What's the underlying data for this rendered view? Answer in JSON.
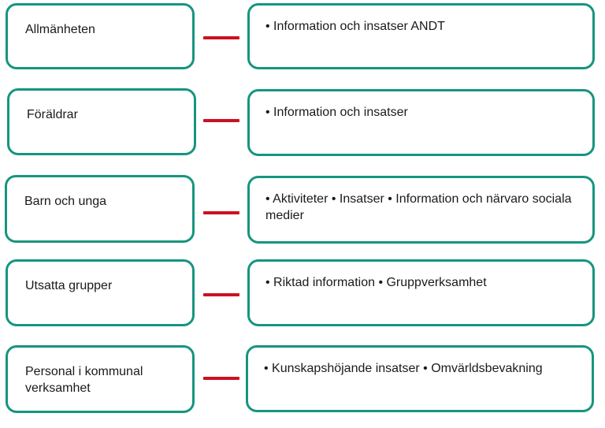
{
  "colors": {
    "box_border": "#17957e",
    "connector": "#cc1122"
  },
  "rows": [
    {
      "audience": "Allmänheten",
      "actions": "• Information och insatser ANDT"
    },
    {
      "audience": "Föräldrar",
      "actions": "• Information och insatser"
    },
    {
      "audience": "Barn och unga",
      "actions": "• Aktiviteter • Insatser • Information och närvaro sociala medier"
    },
    {
      "audience": "Utsatta grupper",
      "actions": "• Riktad information • Gruppverksamhet"
    },
    {
      "audience": "Personal i kommunal verksamhet",
      "actions": "• Kunskapshöjande insatser • Omvärldsbevakning"
    }
  ]
}
